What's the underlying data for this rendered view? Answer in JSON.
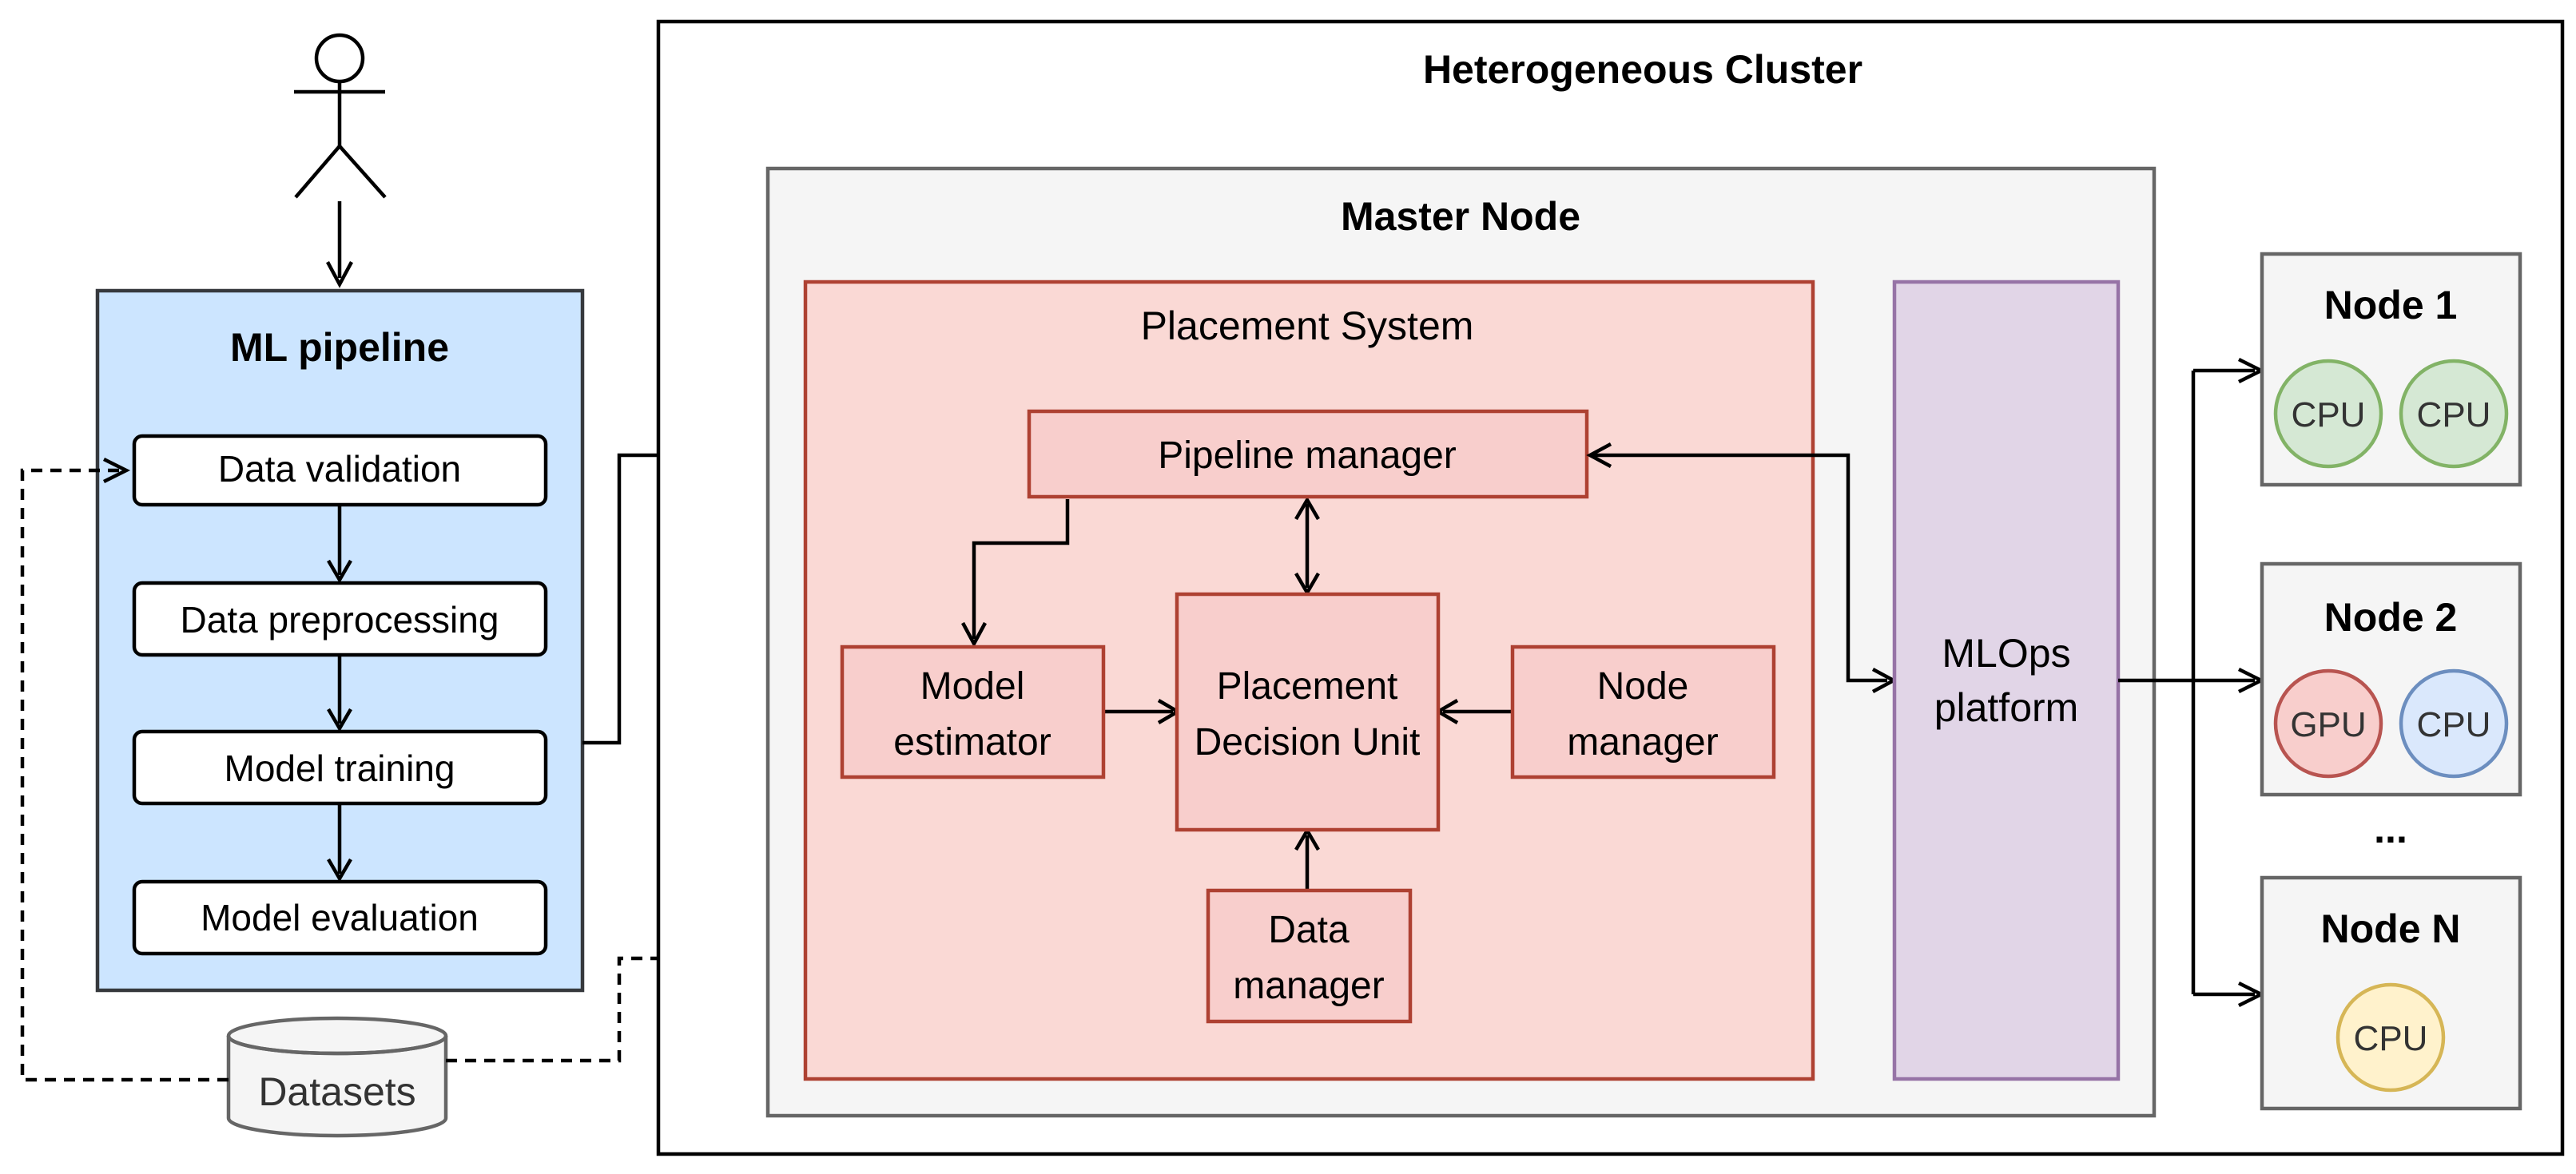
{
  "pipeline": {
    "title": "ML pipeline",
    "steps": [
      "Data validation",
      "Data preprocessing",
      "Model training",
      "Model evaluation"
    ]
  },
  "datasets": {
    "label": "Datasets"
  },
  "cluster": {
    "title": "Heterogeneous Cluster",
    "master": {
      "title": "Master Node",
      "placement": {
        "title": "Placement System",
        "pipeline_manager": "Pipeline manager",
        "model_estimator": [
          "Model",
          "estimator"
        ],
        "decision_unit": [
          "Placement",
          "Decision Unit"
        ],
        "node_manager": [
          "Node",
          "manager"
        ],
        "data_manager": [
          "Data",
          "manager"
        ]
      },
      "mlops": [
        "MLOps",
        "platform"
      ]
    },
    "nodes": [
      {
        "title": "Node 1",
        "units": [
          "CPU",
          "CPU"
        ]
      },
      {
        "title": "Node 2",
        "units": [
          "GPU",
          "CPU"
        ]
      },
      {
        "title": "Node N",
        "units": [
          "CPU"
        ]
      }
    ],
    "ellipsis": "..."
  },
  "colors": {
    "pipeline_fill": "#cce5ff",
    "master_fill": "#f5f5f5",
    "placement_fill": "#fad9d5",
    "placement_stroke": "#ae4132",
    "component_fill": "#f8cecc",
    "mlops_fill": "#e1d5e7",
    "mlops_stroke": "#9673a6",
    "cpu_green_fill": "#d5e8d4",
    "cpu_green_stroke": "#82b366",
    "gpu_fill": "#f8cecc",
    "gpu_stroke": "#b85450",
    "cpu_blue_fill": "#dae8fc",
    "cpu_blue_stroke": "#6c8ebf",
    "cpu_yellow_fill": "#fff2cc",
    "cpu_yellow_stroke": "#d6b656"
  }
}
